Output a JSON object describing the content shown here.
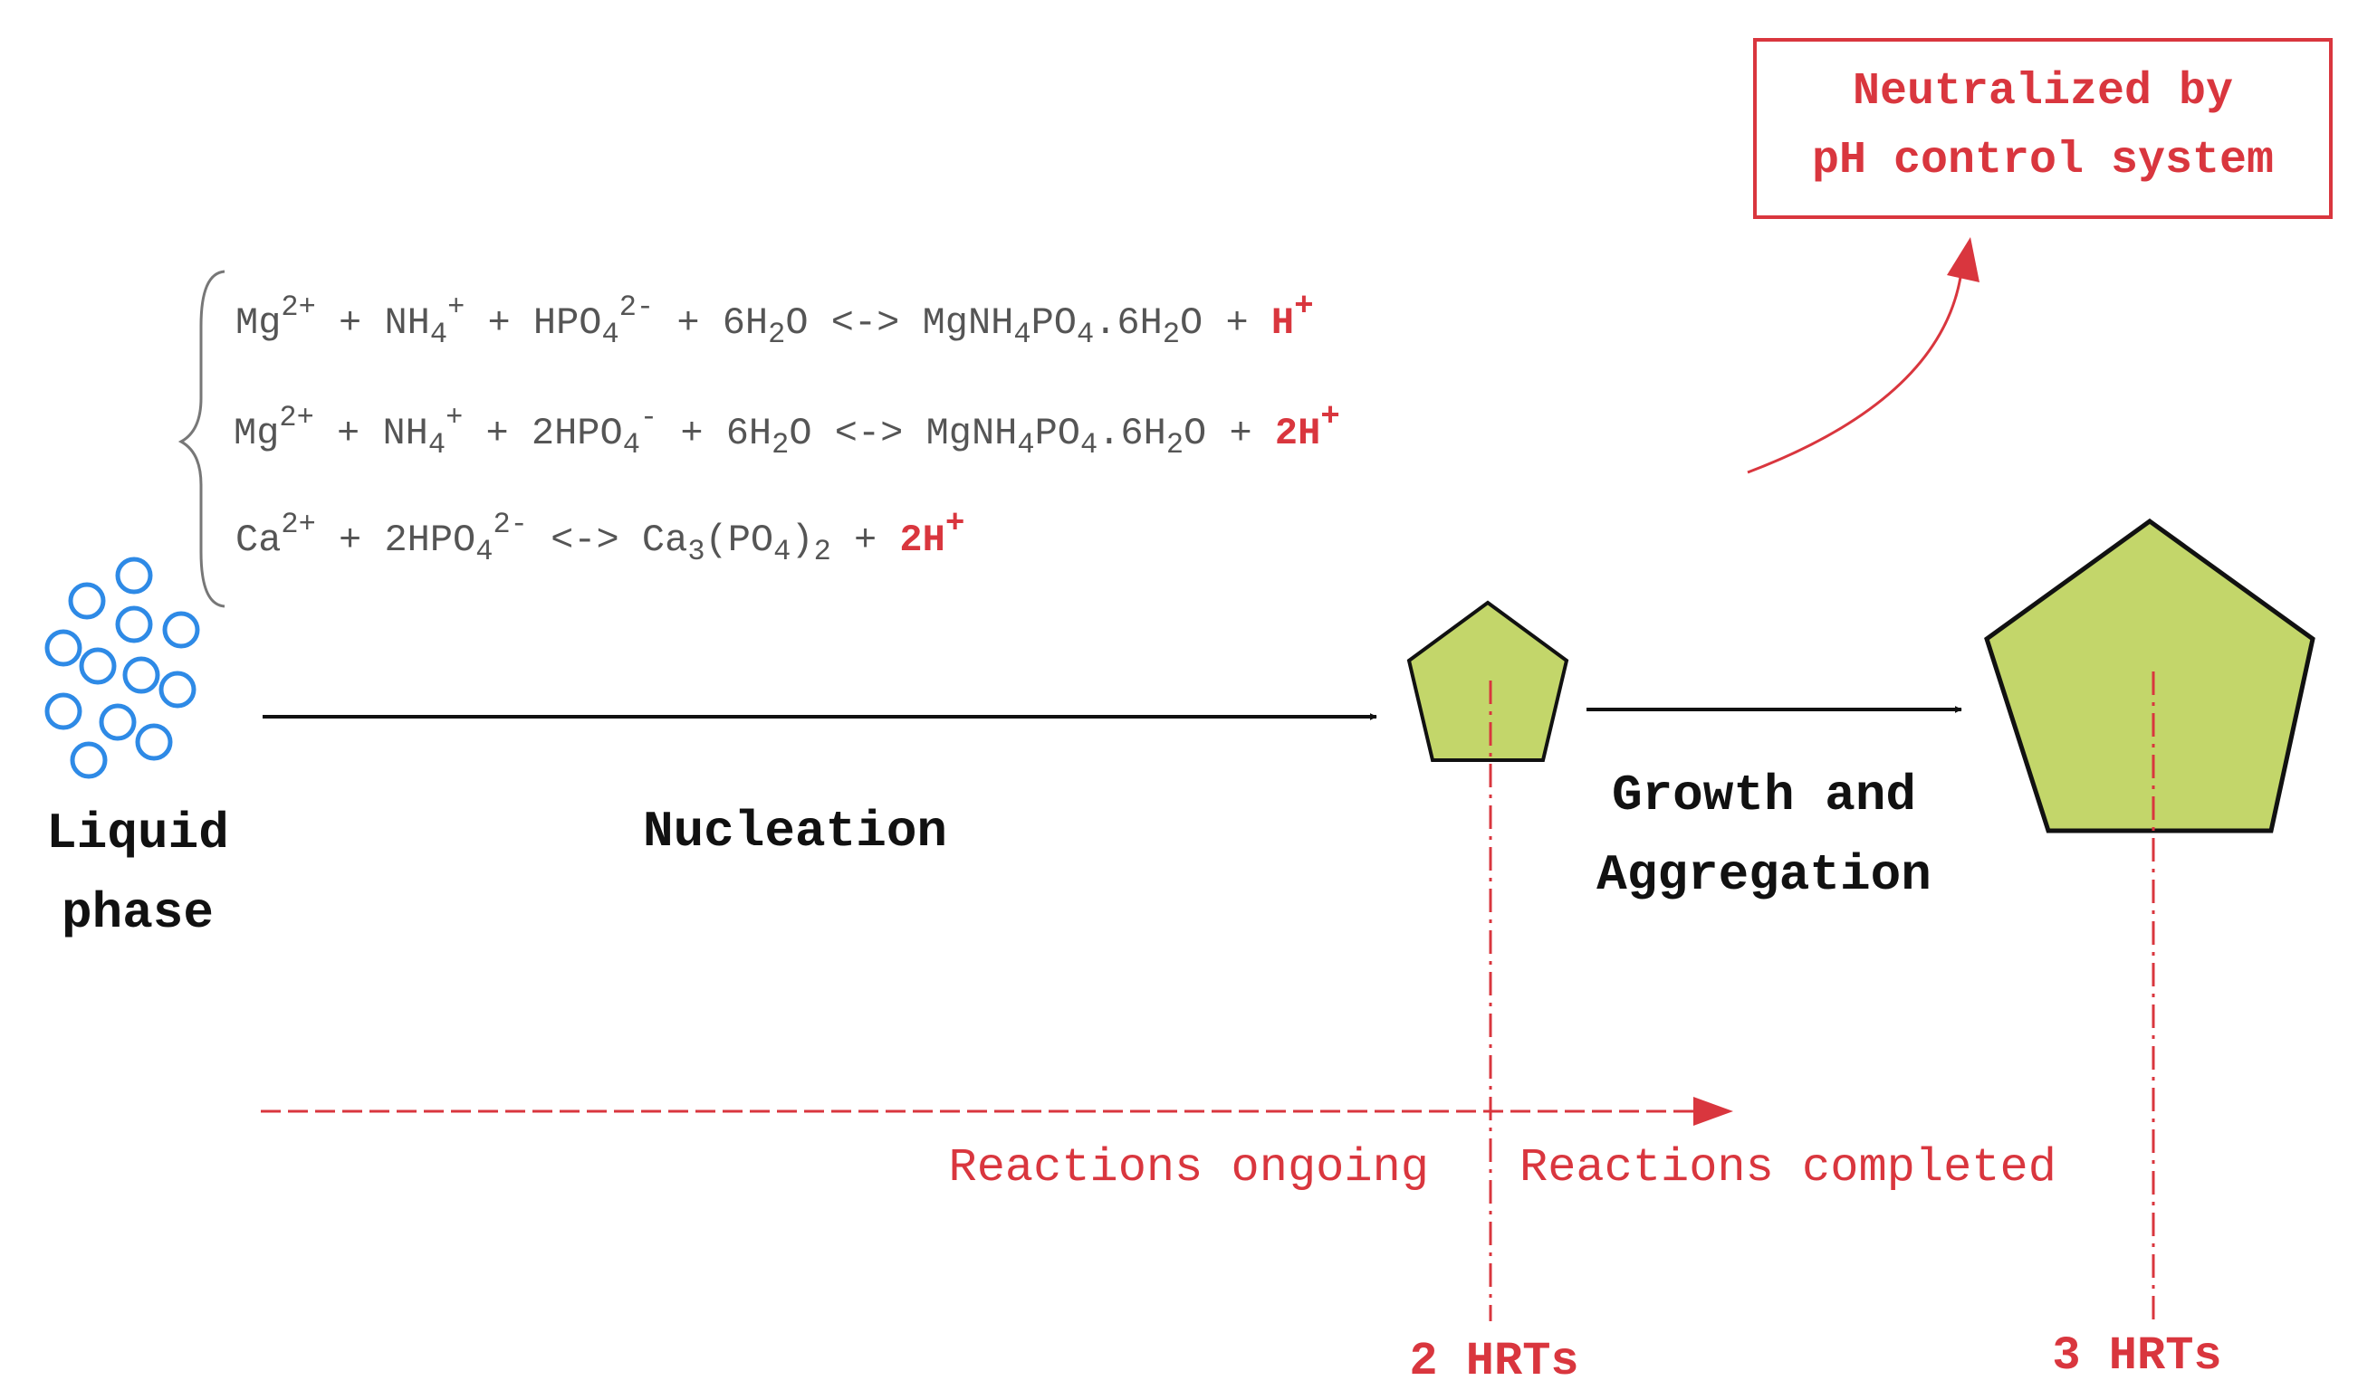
{
  "equations": [
    {
      "parts": [
        {
          "t": "Mg",
          "s": "n"
        },
        {
          "t": "2+",
          "s": "sup"
        },
        {
          "t": " + NH",
          "s": "n"
        },
        {
          "t": "4",
          "s": "sub"
        },
        {
          "t": "+",
          "s": "sup"
        },
        {
          "t": " + HPO",
          "s": "n"
        },
        {
          "t": "4",
          "s": "sub"
        },
        {
          "t": "2-",
          "s": "sup"
        },
        {
          "t": " + 6H",
          "s": "n"
        },
        {
          "t": "2",
          "s": "sub"
        },
        {
          "t": "O <-> MgNH",
          "s": "n"
        },
        {
          "t": "4",
          "s": "sub"
        },
        {
          "t": "PO",
          "s": "n"
        },
        {
          "t": "4",
          "s": "sub"
        },
        {
          "t": ".6H",
          "s": "n"
        },
        {
          "t": "2",
          "s": "sub"
        },
        {
          "t": "O + ",
          "s": "n"
        }
      ],
      "product": "H",
      "product_sup": "+"
    },
    {
      "parts": [
        {
          "t": "Mg",
          "s": "n"
        },
        {
          "t": "2+",
          "s": "sup"
        },
        {
          "t": " + NH",
          "s": "n"
        },
        {
          "t": "4",
          "s": "sub"
        },
        {
          "t": "+",
          "s": "sup"
        },
        {
          "t": " + 2HPO",
          "s": "n"
        },
        {
          "t": "4",
          "s": "sub"
        },
        {
          "t": "-",
          "s": "sup"
        },
        {
          "t": " + 6H",
          "s": "n"
        },
        {
          "t": "2",
          "s": "sub"
        },
        {
          "t": "O <-> MgNH",
          "s": "n"
        },
        {
          "t": "4",
          "s": "sub"
        },
        {
          "t": "PO",
          "s": "n"
        },
        {
          "t": "4",
          "s": "sub"
        },
        {
          "t": ".6H",
          "s": "n"
        },
        {
          "t": "2",
          "s": "sub"
        },
        {
          "t": "O + ",
          "s": "n"
        }
      ],
      "product": "2H",
      "product_sup": "+"
    },
    {
      "parts": [
        {
          "t": "Ca",
          "s": "n"
        },
        {
          "t": "2+",
          "s": "sup"
        },
        {
          "t": " + 2HPO",
          "s": "n"
        },
        {
          "t": "4",
          "s": "sub"
        },
        {
          "t": "2-",
          "s": "sup"
        },
        {
          "t": " <-> Ca",
          "s": "n"
        },
        {
          "t": "3",
          "s": "sub"
        },
        {
          "t": "(PO",
          "s": "n"
        },
        {
          "t": "4",
          "s": "sub"
        },
        {
          "t": ")",
          "s": "n"
        },
        {
          "t": "2",
          "s": "sub"
        },
        {
          "t": " + ",
          "s": "n"
        }
      ],
      "product": "2H",
      "product_sup": "+"
    }
  ],
  "labels": {
    "liquid_phase_line1": "Liquid",
    "liquid_phase_line2": "phase",
    "nucleation": "Nucleation",
    "growth_line1": "Growth and",
    "growth_line2": "Aggregation",
    "reactions_ongoing": "Reactions ongoing",
    "reactions_completed": "Reactions completed",
    "hrt_2": "2 HRTs",
    "hrt_3": "3 HRTs"
  },
  "box": {
    "line1": "Neutralized by",
    "line2": "pH control system"
  },
  "colors": {
    "accent_red": "#d9363e",
    "crystal_fill": "#c3d66a",
    "bubble_blue": "#2e8ae6",
    "equation_gray": "#555555"
  }
}
